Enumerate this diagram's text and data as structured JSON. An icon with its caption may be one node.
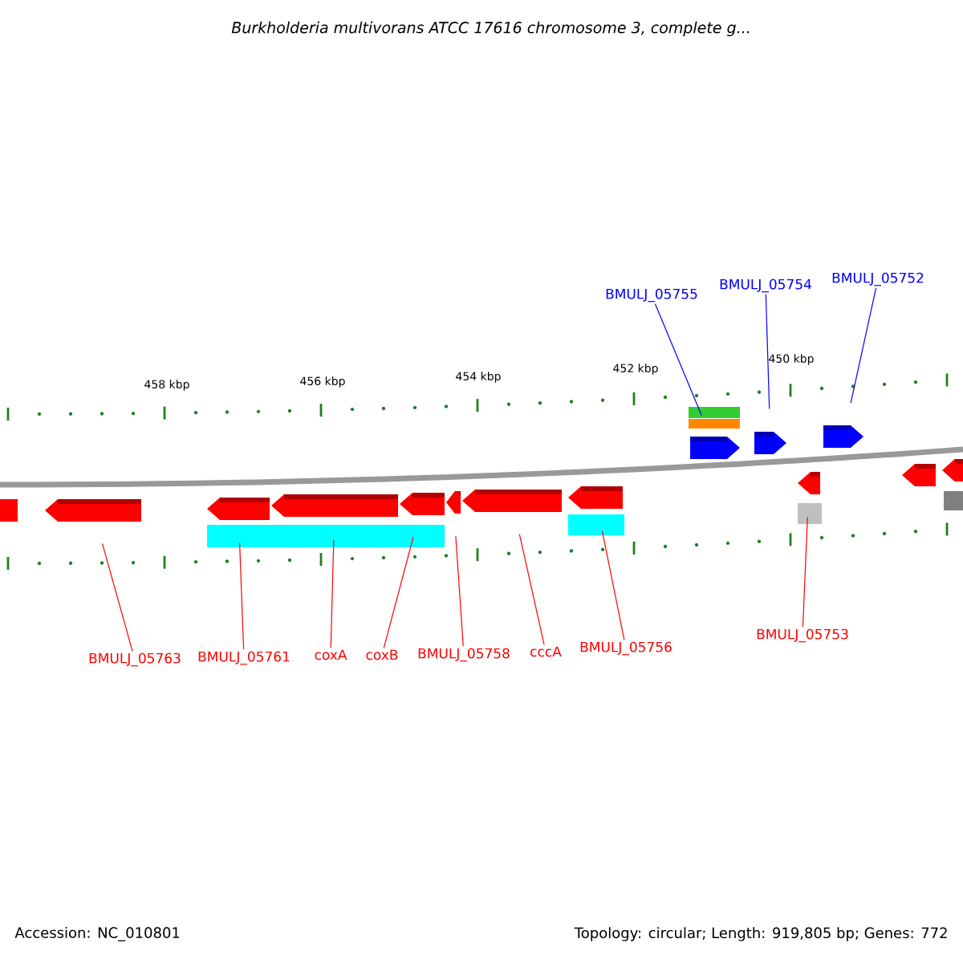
{
  "diagram": {
    "title": "Burkholderia multivorans ATCC 17616 chromosome 3, complete g...",
    "nodes": [
      {
        "text": [
          "BMULJ_05755"
        ]
      },
      {
        "text": [
          "BMULJ_05754"
        ]
      },
      {
        "text": [
          "BMULJ_05752"
        ]
      },
      {
        "text": [],
        "shape": "arrow"
      },
      {
        "text": [],
        "shape": "arrow"
      },
      {
        "text": [],
        "shape": "arrow"
      },
      {
        "text": [],
        "shape": "arrow"
      },
      {
        "text": [],
        "shape": "arrow"
      },
      {
        "text": [],
        "shape": "arrow"
      },
      {
        "text": [],
        "shape": "arrow"
      },
      {
        "text": [],
        "shape": "arrow"
      },
      {
        "text": [],
        "shape": "arrow"
      },
      {
        "text": [],
        "shape": "arrow"
      },
      {
        "text": [],
        "shape": "arrow"
      },
      {
        "text": [
          "BMULJ_05763"
        ]
      },
      {
        "text": [
          "BMULJ_05761"
        ]
      },
      {
        "text": [
          "coxA"
        ]
      },
      {
        "text": [
          "coxB"
        ]
      },
      {
        "text": [
          "BMULJ_05758"
        ]
      },
      {
        "text": [
          "cccA"
        ]
      },
      {
        "text": [
          "BMULJ_05756"
        ]
      },
      {
        "text": [
          "BMULJ_05753"
        ]
      },
      {
        "text": [],
        "shape": "arrow"
      },
      {
        "text": [],
        "shape": "arrow"
      }
    ],
    "edges": [
      {
        "from": 0,
        "to": 3,
        "arrow": "none",
        "color": "#0000ff"
      },
      {
        "from": 1,
        "to": 4,
        "arrow": "none",
        "color": "#0000ff"
      },
      {
        "from": 2,
        "to": 5,
        "arrow": "none",
        "color": "#0000ff"
      },
      {
        "from": 14,
        "to": 6,
        "arrow": "none"
      },
      {
        "from": 15,
        "to": 7,
        "arrow": "none"
      },
      {
        "from": 16,
        "to": 8,
        "arrow": "none"
      },
      {
        "from": 17,
        "to": 9,
        "arrow": "none"
      },
      {
        "from": 18,
        "to": 10,
        "arrow": "none"
      },
      {
        "from": 19,
        "to": 11,
        "arrow": "none"
      },
      {
        "from": 20,
        "to": 12,
        "arrow": "none"
      },
      {
        "from": 21,
        "to": 13,
        "arrow": "none"
      }
    ],
    "labels": [
      "458 kbp",
      "456 kbp",
      "454 kbp",
      "452 kbp",
      "450 kbp",
      "Accession: NC_010801",
      "Topology: circular; Length: 919,805 bp; Genes: 772"
    ]
  }
}
